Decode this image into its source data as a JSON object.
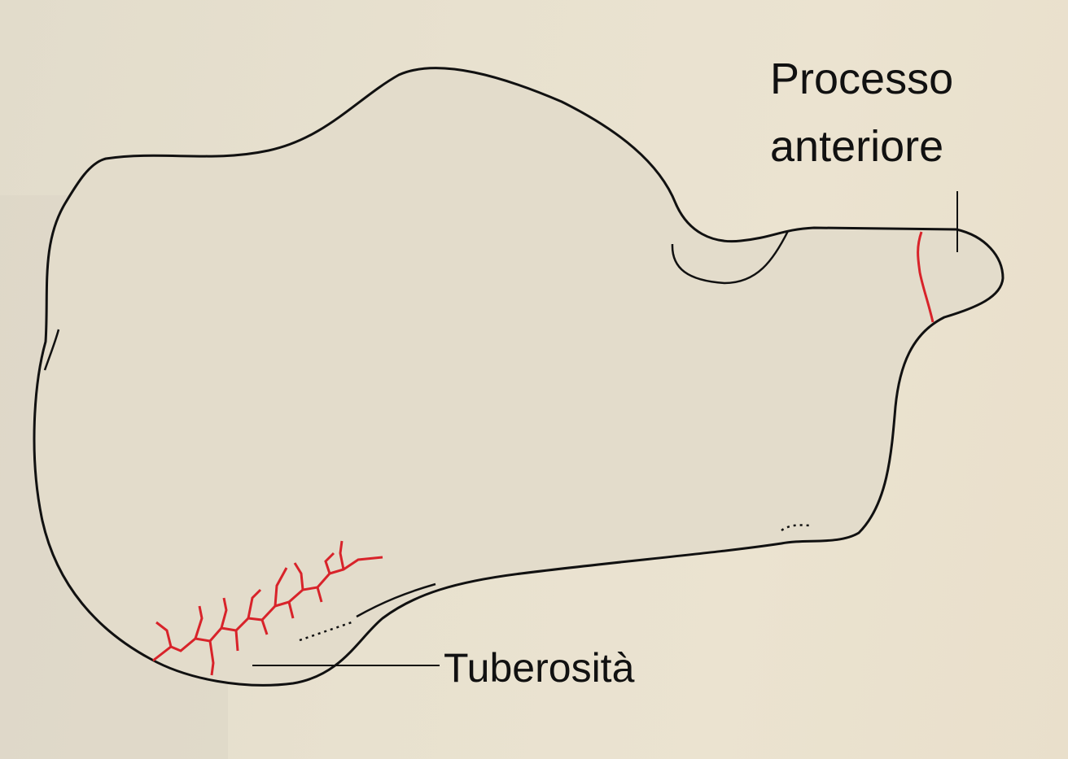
{
  "labels": {
    "anterior_process_line1": "Processo",
    "anterior_process_line2": "anteriore",
    "tuberosity": "Tuberosità"
  },
  "colors": {
    "outline": "#111111",
    "fracture": "#d8232a",
    "bone_fill": "#e3dccb",
    "background": "#e6dfcd"
  }
}
